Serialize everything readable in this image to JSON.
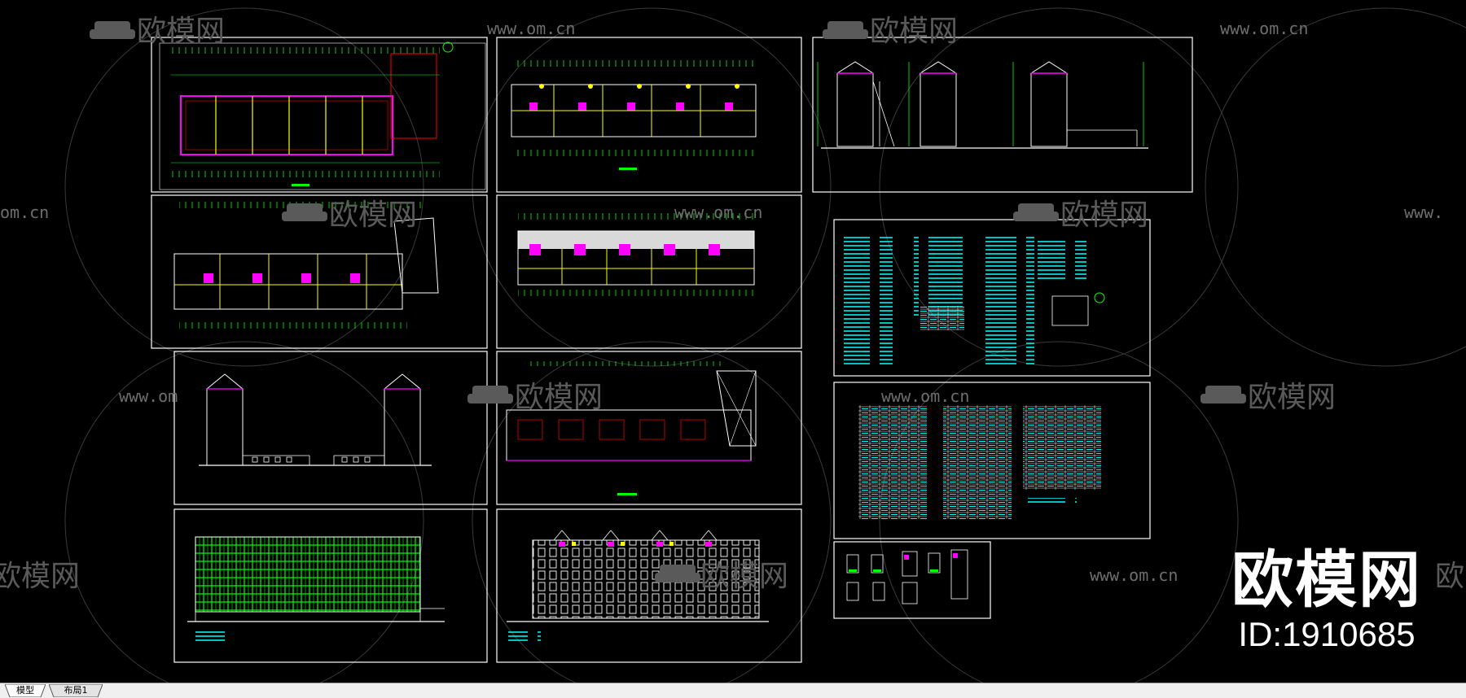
{
  "viewport": {
    "background": "#000000",
    "colors": {
      "sheet_border": "#ffffff",
      "dimension": "#00ff00",
      "wall": "#ff00ff",
      "axis": "#ffff00",
      "text": "#00ffff",
      "hatch": "#ff0000"
    }
  },
  "watermark": {
    "site_url": "www.om.cn",
    "site_url_fragment_left": "om.cn",
    "site_url_fragment_right": "www.",
    "site_url_fragment_mid": "www.om",
    "brand_text": "欧模网",
    "brand_fragment_left": "欧模网",
    "brand_fragment_right": "欧",
    "logo_icon": "sofa-icon"
  },
  "brand_stamp": {
    "name": "欧模网",
    "id": "ID:1910685"
  },
  "layout_tabs": {
    "tabs": [
      {
        "label": "模型",
        "active": true
      },
      {
        "label": "布局1",
        "active": false
      }
    ]
  }
}
